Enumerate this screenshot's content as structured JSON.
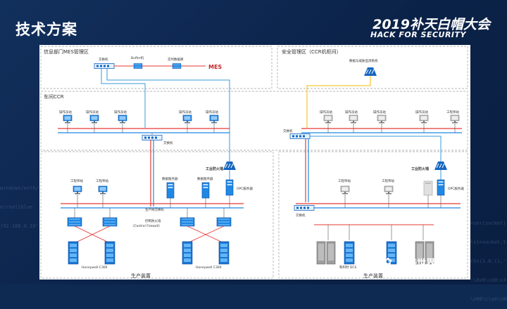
{
  "slide": {
    "title": "技术方案",
    "brand_year": "2019补天白帽大会",
    "brand_sub": "HACK FOR SECURITY"
  },
  "zones": {
    "mes": "信息部门MES管理区",
    "security": "安全管理区（CCR机柜间）",
    "ccr": "车间CCR",
    "production_left": "生产装置",
    "production_right": "生产装置"
  },
  "nodes": {
    "mes_switch": "交换机",
    "buffer": "Buffer机",
    "mes_server": "实时数据库",
    "mes_label": "MES",
    "monitor_system": "数据与威胁监测系统",
    "left_op_stations": [
      "操作员站",
      "操作员站",
      "操作员站",
      "操作员站",
      "操作员站"
    ],
    "right_op_stations": [
      "操作员站",
      "操作员站",
      "操作员站",
      "操作员站",
      "工程师站"
    ],
    "left_ccr_switch": "交换机",
    "right_ccr_switch": "交换机",
    "left_firewall": "工业防火墙",
    "right_firewall": "工业防火墙",
    "left_eng_stations": [
      "工程师站",
      "工程师站"
    ],
    "left_data_servers": [
      "数据服务器",
      "数据服务器"
    ],
    "left_opc": "OPC服务器",
    "left_control_switch": "生产网交换机",
    "control_firewall": "控制防火墙",
    "control_firewall_en": "（Control Firewall）",
    "left_controller_1": "Honeywell C300",
    "left_controller_2": "Honeywell C300",
    "right_eng_stations": [
      "工程师站",
      "工程师站"
    ],
    "right_opc": "OPC服务器",
    "right_switch": "交换机",
    "right_controller": "和利时 DCS"
  },
  "background_code": {
    "left_lines": [
      "windows/exth/",
      "errnallblue",
      "(92.168.0.10'"
    ],
    "right_lines": [
      "=ser(socket)",
      "ls}=socket.ti",
      "ctx(1.0,(1,'1234'",
      ":\\0x0\\x38\\x3",
      "\\x00\\c\\xe\\x00"
    ]
  },
  "watermark": "连接世界的暗影",
  "colors": {
    "slide_bg": "#0f2a52",
    "blue_link": "#3a9ad9",
    "red_bus": "#e53935",
    "yellow_link": "#f5b800",
    "zone_border": "#9e9e9e"
  }
}
